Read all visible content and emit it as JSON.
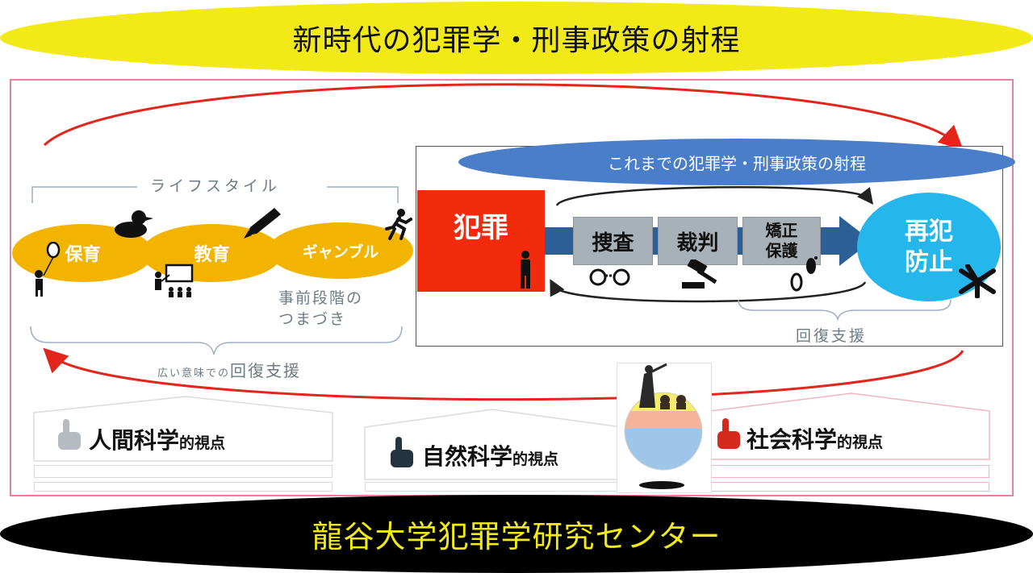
{
  "title_top": "新時代の犯罪学・刑事政策の射程",
  "title_bottom": "龍谷大学犯罪学研究センター",
  "inner_title": "これまでの犯罪学・刑事政策の射程",
  "lifestyle": "ライフスタイル",
  "left_ovals": [
    "保育",
    "教育",
    "ギャンブル"
  ],
  "early_stage": [
    "事前段階の",
    "つまづき"
  ],
  "broad_recovery": {
    "prefix": "広い意味での",
    "main": "回復支援"
  },
  "crime": "犯罪",
  "stages": [
    "捜査",
    "裁判"
  ],
  "stage3": [
    "矯正",
    "保護"
  ],
  "prevention": [
    "再犯",
    "防止"
  ],
  "recovery": "回復支援",
  "perspectives": {
    "human": {
      "main": "人間科学",
      "suffix": "的視点"
    },
    "natural": {
      "main": "自然科学",
      "suffix": "的視点"
    },
    "social": {
      "main": "社会科学",
      "suffix": "的視点"
    }
  },
  "colors": {
    "yellow": "#f2ea16",
    "red_arrow": "#e3251c",
    "blue": "#4a7ec8",
    "orange": "#f3b400",
    "crime_red": "#f22b0c",
    "cyan": "#25b7ec"
  },
  "icons": [
    "duck-icon",
    "pen-icon",
    "runner-icon",
    "person-balloon-icon",
    "teacher-icon",
    "person-icon",
    "handcuffs-icon",
    "gavel-icon",
    "footprints-icon",
    "hands-circle-icon",
    "hand-pointer-icon"
  ]
}
